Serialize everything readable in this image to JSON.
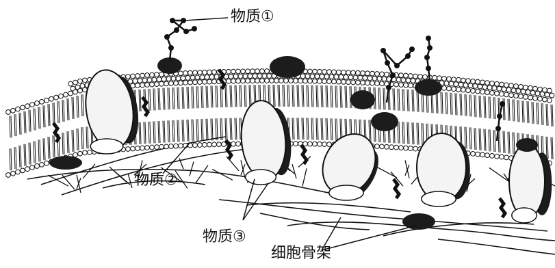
{
  "labels": {
    "substance_1": "物质①",
    "substance_2": "物质②",
    "substance_3": "物质③",
    "cytoskeleton": "细胞骨架"
  },
  "colors": {
    "ink": "#111111",
    "protein_fill": "#f4f4f4",
    "dark_protein": "#1c1c1c",
    "background": "#ffffff"
  }
}
